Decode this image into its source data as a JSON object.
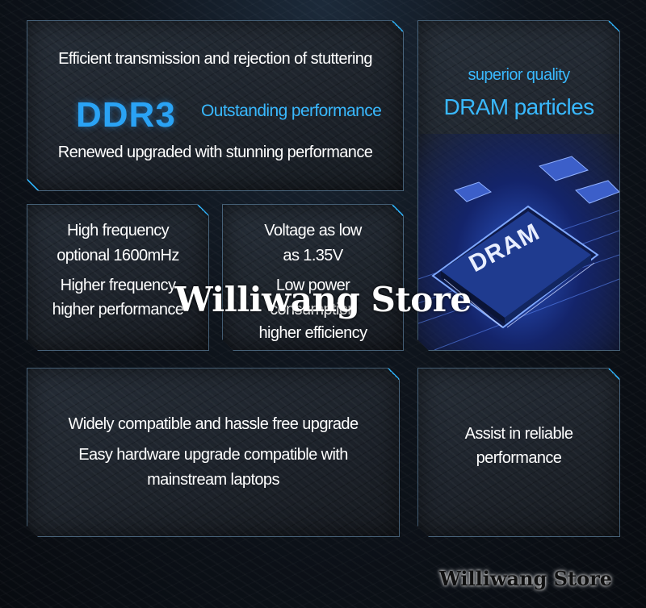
{
  "panel_transmission": {
    "line1": "Efficient transmission and rejection of stuttering",
    "ddr_title": "DDR3",
    "ddr_subtitle": "Outstanding performance",
    "line2": "Renewed upgraded with stunning performance"
  },
  "panel_dram": {
    "line1": "superior quality",
    "line2": "DRAM particles",
    "chip_label": "DRAM"
  },
  "panel_frequency": {
    "line1": "High frequency",
    "line2": "optional 1600mHz",
    "line3": "Higher frequency",
    "line4": "higher performance"
  },
  "panel_voltage": {
    "line1": "Voltage as low",
    "line2": "as 1.35V",
    "line3": "Low power",
    "line4": "consumption",
    "line5": "higher efficiency"
  },
  "panel_compatible": {
    "line1": "Widely compatible and hassle free upgrade",
    "line2": "Easy hardware upgrade compatible with",
    "line3": "mainstream laptops"
  },
  "panel_reliable": {
    "line1": "Assist in reliable",
    "line2": "performance"
  },
  "watermark": {
    "center": "Williwang Store",
    "corner": "Williwang Store"
  },
  "colors": {
    "accent_blue": "#39b9ff",
    "ddr_blue": "#2aa3f5"
  }
}
